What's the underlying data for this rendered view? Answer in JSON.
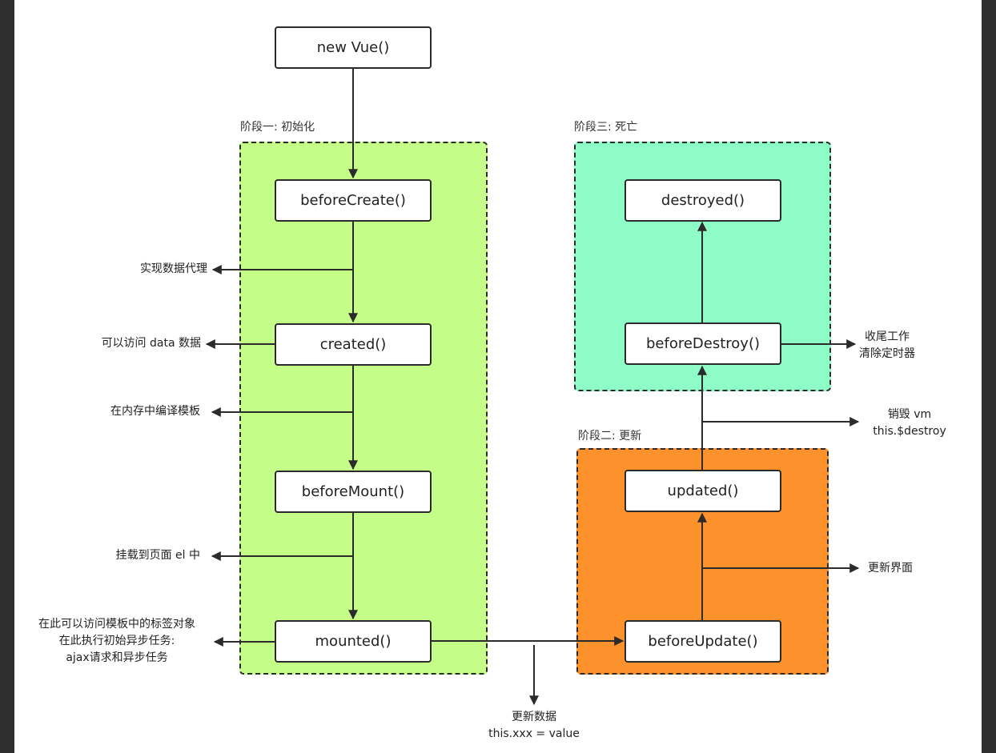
{
  "stages": {
    "init": "阶段一: 初始化",
    "update": "阶段二: 更新",
    "death": "阶段三: 死亡"
  },
  "nodes": {
    "new_vue": "new Vue()",
    "before_create": "beforeCreate()",
    "created": "created()",
    "before_mount": "beforeMount()",
    "mounted": "mounted()",
    "before_update": "beforeUpdate()",
    "updated": "updated()",
    "before_destroy": "beforeDestroy()",
    "destroyed": "destroyed()"
  },
  "notes": {
    "data_proxy": "实现数据代理",
    "access_data": "可以访问 data 数据",
    "compile_template": "在内存中编译模板",
    "mount_el": "挂载到页面 el 中",
    "mounted_lines": [
      "在此可以访问模板中的标签对象",
      "在此执行初始异步任务:",
      "ajax请求和异步任务"
    ],
    "update_data_lines": [
      "更新数据",
      "this.xxx = value"
    ],
    "update_view": "更新界面",
    "destroy_vm_lines": [
      "销毁 vm",
      "this.$destroy"
    ],
    "cleanup_lines": [
      "收尾工作",
      "清除定时器"
    ]
  },
  "colors": {
    "stage_init": "#c4fd87",
    "stage_update": "#fd912b",
    "stage_death": "#8dfcc6",
    "line": "#2b2b2b"
  }
}
